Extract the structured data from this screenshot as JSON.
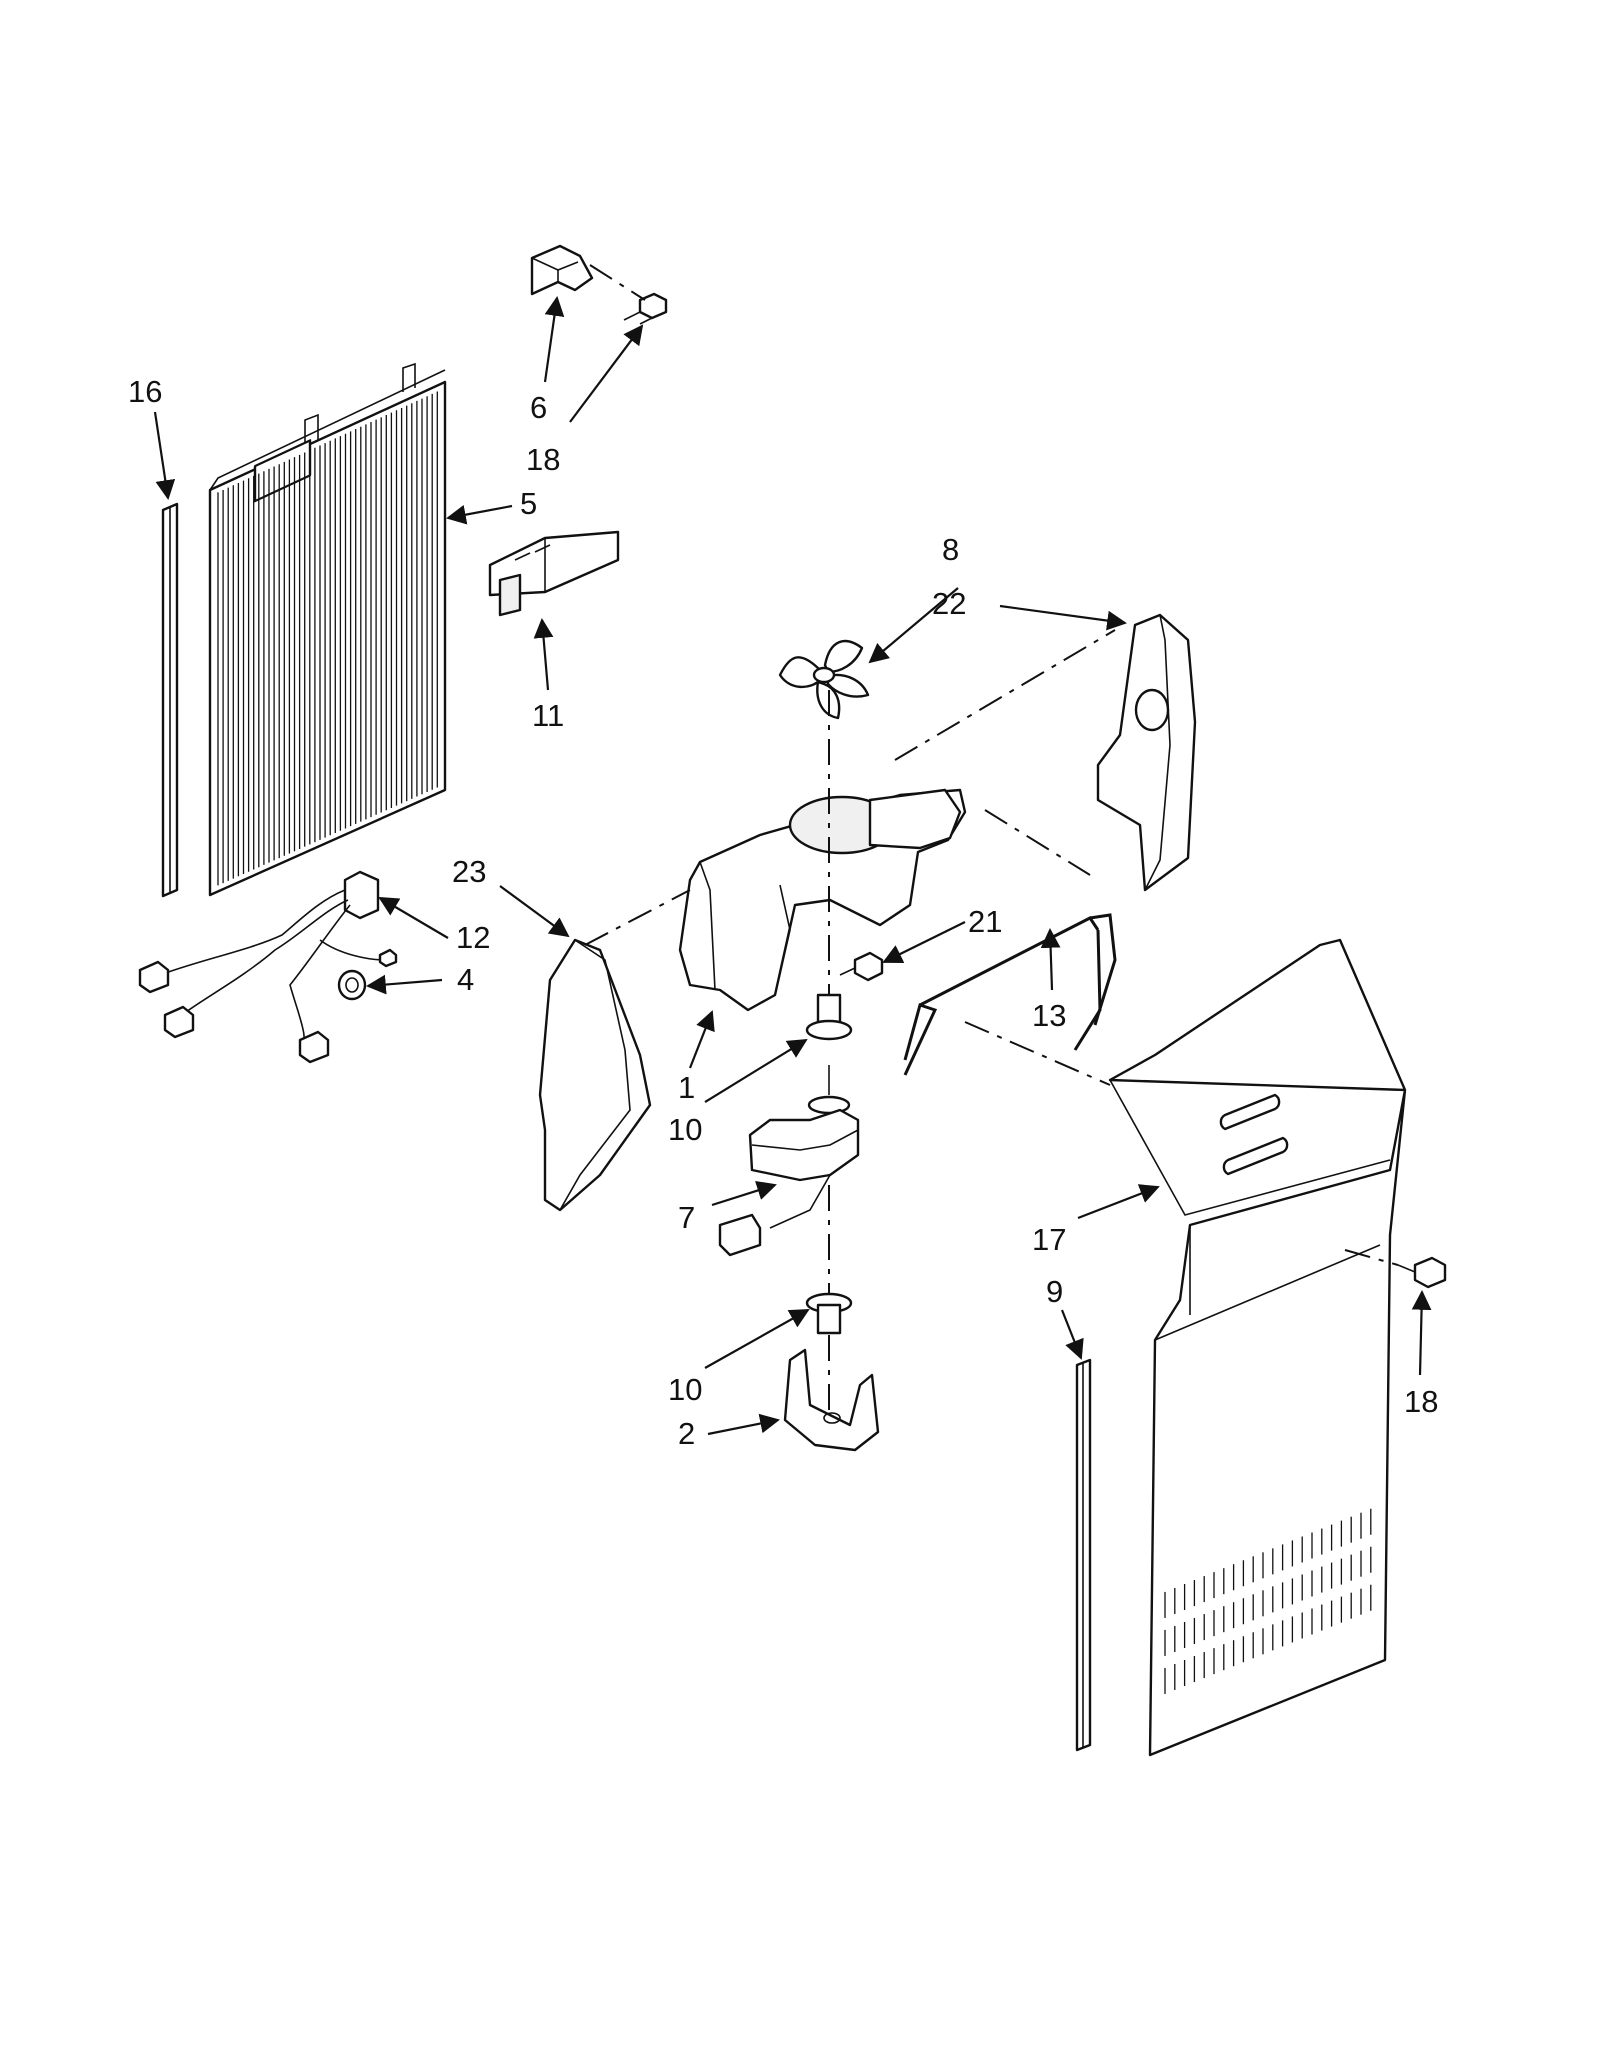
{
  "callouts": {
    "c16": "16",
    "c6": "6",
    "c18_top": "18",
    "c5": "5",
    "c11": "11",
    "c8": "8",
    "c22": "22",
    "c23": "23",
    "c12": "12",
    "c4": "4",
    "c21": "21",
    "c13": "13",
    "c1": "1",
    "c10_top": "10",
    "c7": "7",
    "c17": "17",
    "c9": "9",
    "c10_bottom": "10",
    "c2": "2",
    "c18_right": "18"
  },
  "colors": {
    "line": "#111111",
    "background": "#ffffff"
  }
}
